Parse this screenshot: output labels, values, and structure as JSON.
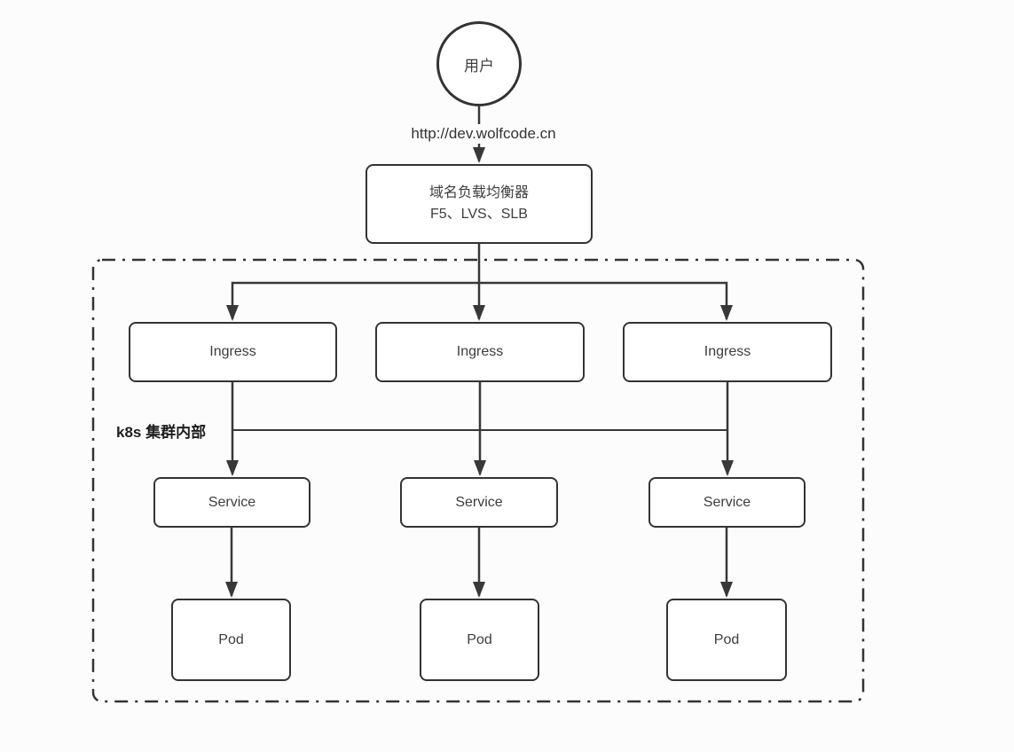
{
  "diagram": {
    "user_label": "用户",
    "url_label": "http://dev.wolfcode.cn",
    "load_balancer": {
      "line1": "域名负载均衡器",
      "line2": "F5、LVS、SLB"
    },
    "cluster_label": "k8s 集群内部",
    "ingress_labels": [
      "Ingress",
      "Ingress",
      "Ingress"
    ],
    "service_labels": [
      "Service",
      "Service",
      "Service"
    ],
    "pod_labels": [
      "Pod",
      "Pod",
      "Pod"
    ],
    "colors": {
      "line": "#383838",
      "node_border": "#333333",
      "node_fill": "#ffffff",
      "text": "#3d3d3d",
      "background": "#fcfcfc"
    }
  }
}
